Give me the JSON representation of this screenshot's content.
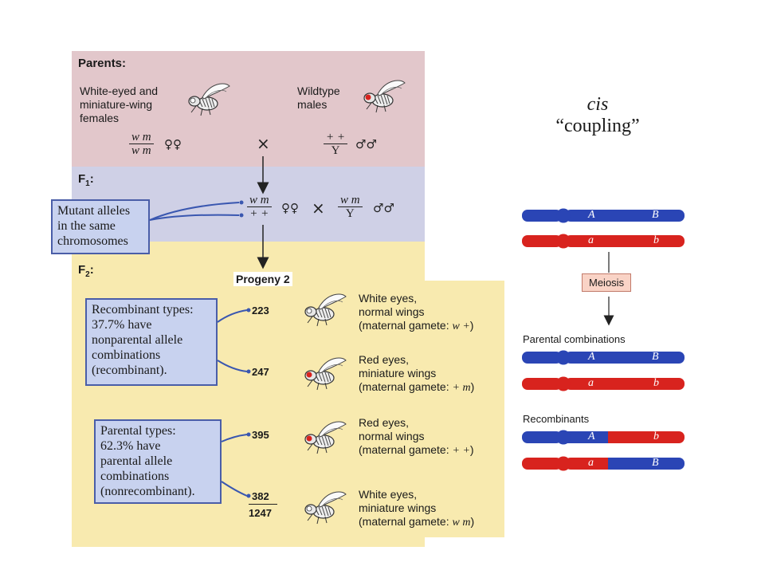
{
  "parents": {
    "label": "Parents:",
    "female_desc": [
      "White-eyed and",
      "miniature-wing",
      "females"
    ],
    "male_desc": [
      "Wildtype",
      "males"
    ],
    "female_genotype": {
      "num": "w m",
      "den": "w m",
      "sex": "♀♀"
    },
    "male_genotype": {
      "num": "+ +",
      "den": "Y",
      "sex": "♂♂"
    },
    "cross": "×"
  },
  "f1": {
    "label": "F",
    "label_sub": "1",
    "label_colon": ":",
    "female_genotype": {
      "num": "w m",
      "den": "+ +",
      "sex": "♀♀"
    },
    "cross": "×",
    "male_genotype": {
      "num": "w m",
      "den": "Y",
      "sex": "♂♂"
    },
    "callout": [
      "Mutant alleles",
      "in the same",
      "chromosomes"
    ]
  },
  "f2": {
    "label": "F",
    "label_sub": "2",
    "label_colon": ":",
    "progeny_title": "Progeny 2",
    "total": "1247",
    "rows": [
      {
        "count": "223",
        "eye": "white",
        "lines": [
          "White eyes,",
          "normal wings",
          "(maternal gamete: "
        ],
        "gamete": "w +"
      },
      {
        "count": "247",
        "eye": "red",
        "lines": [
          "Red eyes,",
          "miniature wings",
          "(maternal gamete: "
        ],
        "gamete": "+ m"
      },
      {
        "count": "395",
        "eye": "red",
        "lines": [
          "Red eyes,",
          "normal wings",
          "(maternal gamete: "
        ],
        "gamete": "+ +"
      },
      {
        "count": "382",
        "eye": "white",
        "lines": [
          "White eyes,",
          "miniature wings",
          "(maternal gamete: "
        ],
        "gamete": "w m"
      }
    ],
    "recombinant_callout": [
      "Recombinant types:",
      "37.7% have",
      "nonparental allele",
      "combinations",
      "(recombinant)."
    ],
    "parental_callout": [
      "Parental types:",
      "62.3% have",
      "parental allele",
      "combinations",
      "(nonrecombinant)."
    ]
  },
  "right": {
    "title_italic": "cis",
    "title_quote": "“coupling”",
    "meiosis": "Meiosis",
    "parental_combinations": "Parental combinations",
    "recombinants": "Recombinants",
    "alleles": {
      "A": "A",
      "B": "B",
      "a": "a",
      "b": "b"
    }
  },
  "colors": {
    "parents_band": "#e2c7cb",
    "f1_band": "#cfd0e6",
    "f2_band": "#f8eaaf",
    "callout_fill": "#c8d2ef",
    "callout_border": "#4a5ea8",
    "chrom_blue": "#2a45b5",
    "chrom_red": "#d8231e",
    "meiosis_fill": "#f9d3c6"
  }
}
